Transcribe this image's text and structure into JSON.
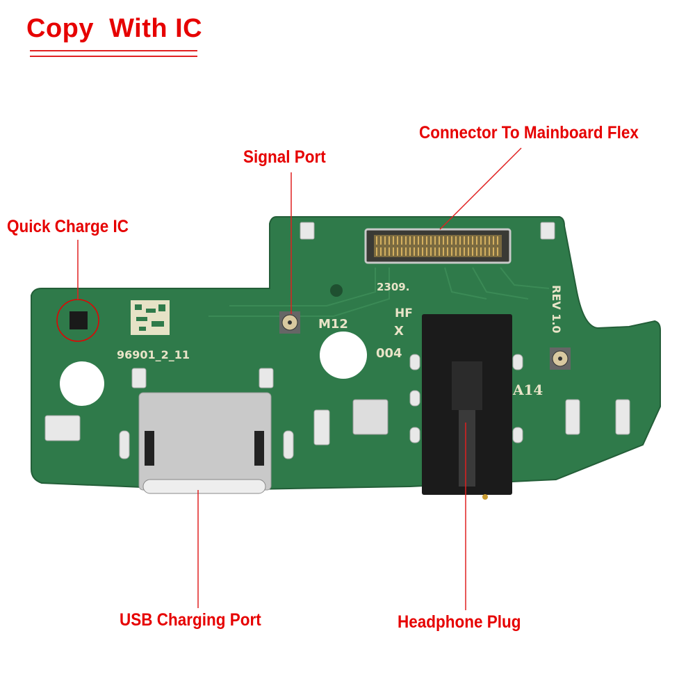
{
  "title": "Copy  With IC",
  "callouts": {
    "connector": "Connector To Mainboard Flex",
    "signal_port": "Signal Port",
    "quick_charge_ic": "Quick Charge IC",
    "usb_port": "USB Charging Port",
    "headphone": "Headphone Plug"
  },
  "board_markings": {
    "date": "2309.",
    "hf": "HF",
    "code": "004",
    "model": "M12",
    "rev": "REV 1.0",
    "variant": "A14",
    "part": "96901_2_11"
  },
  "colors": {
    "accent": "#e60000",
    "pcb": "#2f7a4a"
  }
}
